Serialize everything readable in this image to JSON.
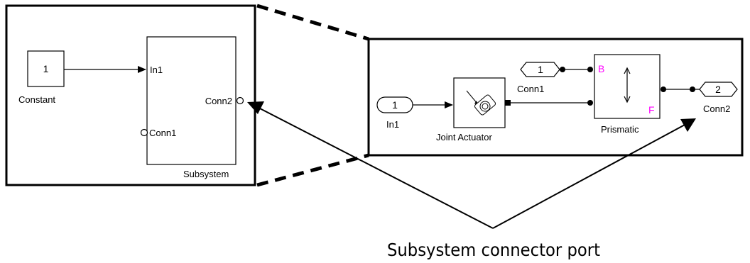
{
  "left_panel": {
    "constant_block": {
      "value": "1",
      "label": "Constant"
    },
    "subsystem_block": {
      "label": "Subsystem",
      "port_in": "In1",
      "port_conn1": "Conn1",
      "port_conn2": "Conn2"
    }
  },
  "right_panel": {
    "inport": {
      "number": "1",
      "label": "In1"
    },
    "joint_actuator": {
      "label": "Joint Actuator"
    },
    "conn1_port": {
      "number": "1",
      "label": "Conn1"
    },
    "prismatic": {
      "label": "Prismatic",
      "port_b": "B",
      "port_f": "F"
    },
    "conn2_port": {
      "number": "2",
      "label": "Conn2"
    }
  },
  "caption": "Subsystem connector port",
  "colors": {
    "port_letter": "#ff00ff",
    "line": "#000000",
    "background": "#ffffff"
  }
}
